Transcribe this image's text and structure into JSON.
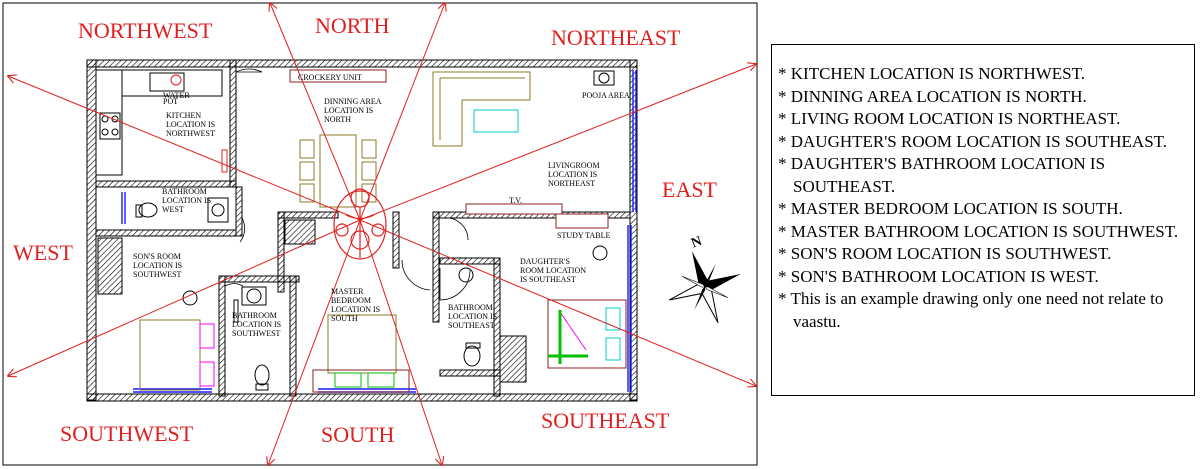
{
  "directions": {
    "north": "NORTH",
    "northwest": "NORTHWEST",
    "northeast": "NORTHEAST",
    "east": "EAST",
    "west": "WEST",
    "southwest": "SOUTHWEST",
    "south": "SOUTH",
    "southeast": "SOUTHEAST"
  },
  "rooms": {
    "crockery": "CROCKERY UNIT",
    "dining": [
      "DINNING AREA",
      "LOCATION IS",
      "NORTH"
    ],
    "kitchen": [
      "KITCHEN",
      "LOCATION IS",
      "NORTHWEST"
    ],
    "water_pot": [
      "WATER",
      "POT"
    ],
    "pooja": "POOJA AREA",
    "living": [
      "LIVINGROOM",
      "LOCATION IS",
      "NORTHEAST"
    ],
    "tv": "T.V.",
    "west_bath": [
      "BATHROOM",
      "LOCATION IS",
      "WEST"
    ],
    "study": "STUDY TABLE",
    "daughter": [
      "DAUGHTER'S",
      "ROOM LOCATION",
      "IS SOUTHEAST"
    ],
    "son": [
      "SON'S ROOM",
      "LOCATION IS",
      "SOUTHWEST"
    ],
    "sw_bath": [
      "BATHROOM",
      "LOCATION IS",
      "SOUTHWEST"
    ],
    "master": [
      "MASTER",
      "BEDROOM",
      "LOCATION IS",
      "SOUTH"
    ],
    "se_bath": [
      "BATHROOM",
      "LOCATION IS",
      "SOUTHEAST"
    ]
  },
  "compass_label": "N",
  "notes": [
    "KITCHEN LOCATION IS NORTHWEST.",
    "DINNING AREA LOCATION IS NORTH.",
    "LIVING ROOM LOCATION IS NORTHEAST.",
    "DAUGHTER'S ROOM LOCATION IS SOUTHEAST.",
    "DAUGHTER'S BATHROOM LOCATION IS SOUTHEAST.",
    "MASTER BEDROOM LOCATION IS SOUTH.",
    "MASTER BATHROOM LOCATION IS SOUTHWEST.",
    "SON'S ROOM LOCATION IS SOUTHWEST.",
    "SON'S BATHROOM LOCATION IS WEST.",
    "This is an example drawing only one need not relate to vaastu."
  ],
  "colors": {
    "direction_text": "#e02020",
    "direction_lines": "#e02020",
    "window": "#1a1aff",
    "sofa": "#8b7a2a",
    "bed_pillow": "#00c000",
    "cushion": "#ff00ff",
    "table": "#00cccc"
  }
}
